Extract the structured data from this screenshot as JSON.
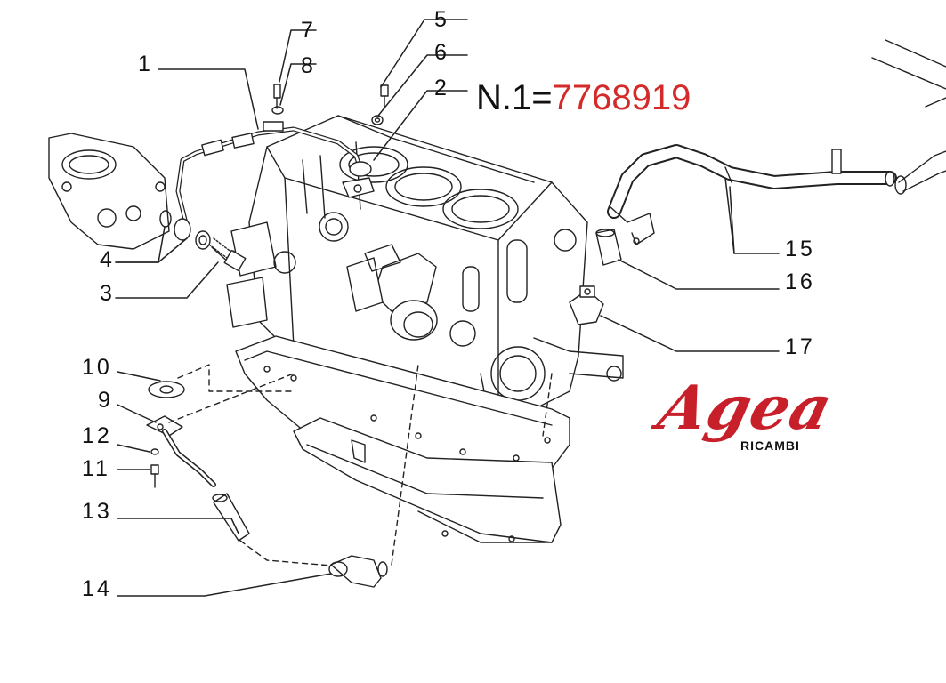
{
  "part_reference": {
    "prefix": "N.1=",
    "code": "7768919"
  },
  "callouts": {
    "c1": "1",
    "c2": "2",
    "c3": "3",
    "c4": "4",
    "c5": "5",
    "c6": "6",
    "c7": "7",
    "c8": "8",
    "c9": "9",
    "c10": "10",
    "c11": "11",
    "c12": "12",
    "c13": "13",
    "c14": "14",
    "c15": "15",
    "c16": "16",
    "c17": "17"
  },
  "brand": {
    "name": "Agea",
    "subtitle": "RICAMBI"
  },
  "colors": {
    "line": "#222222",
    "accent": "#d42a2a",
    "brand": "#c8202a"
  }
}
